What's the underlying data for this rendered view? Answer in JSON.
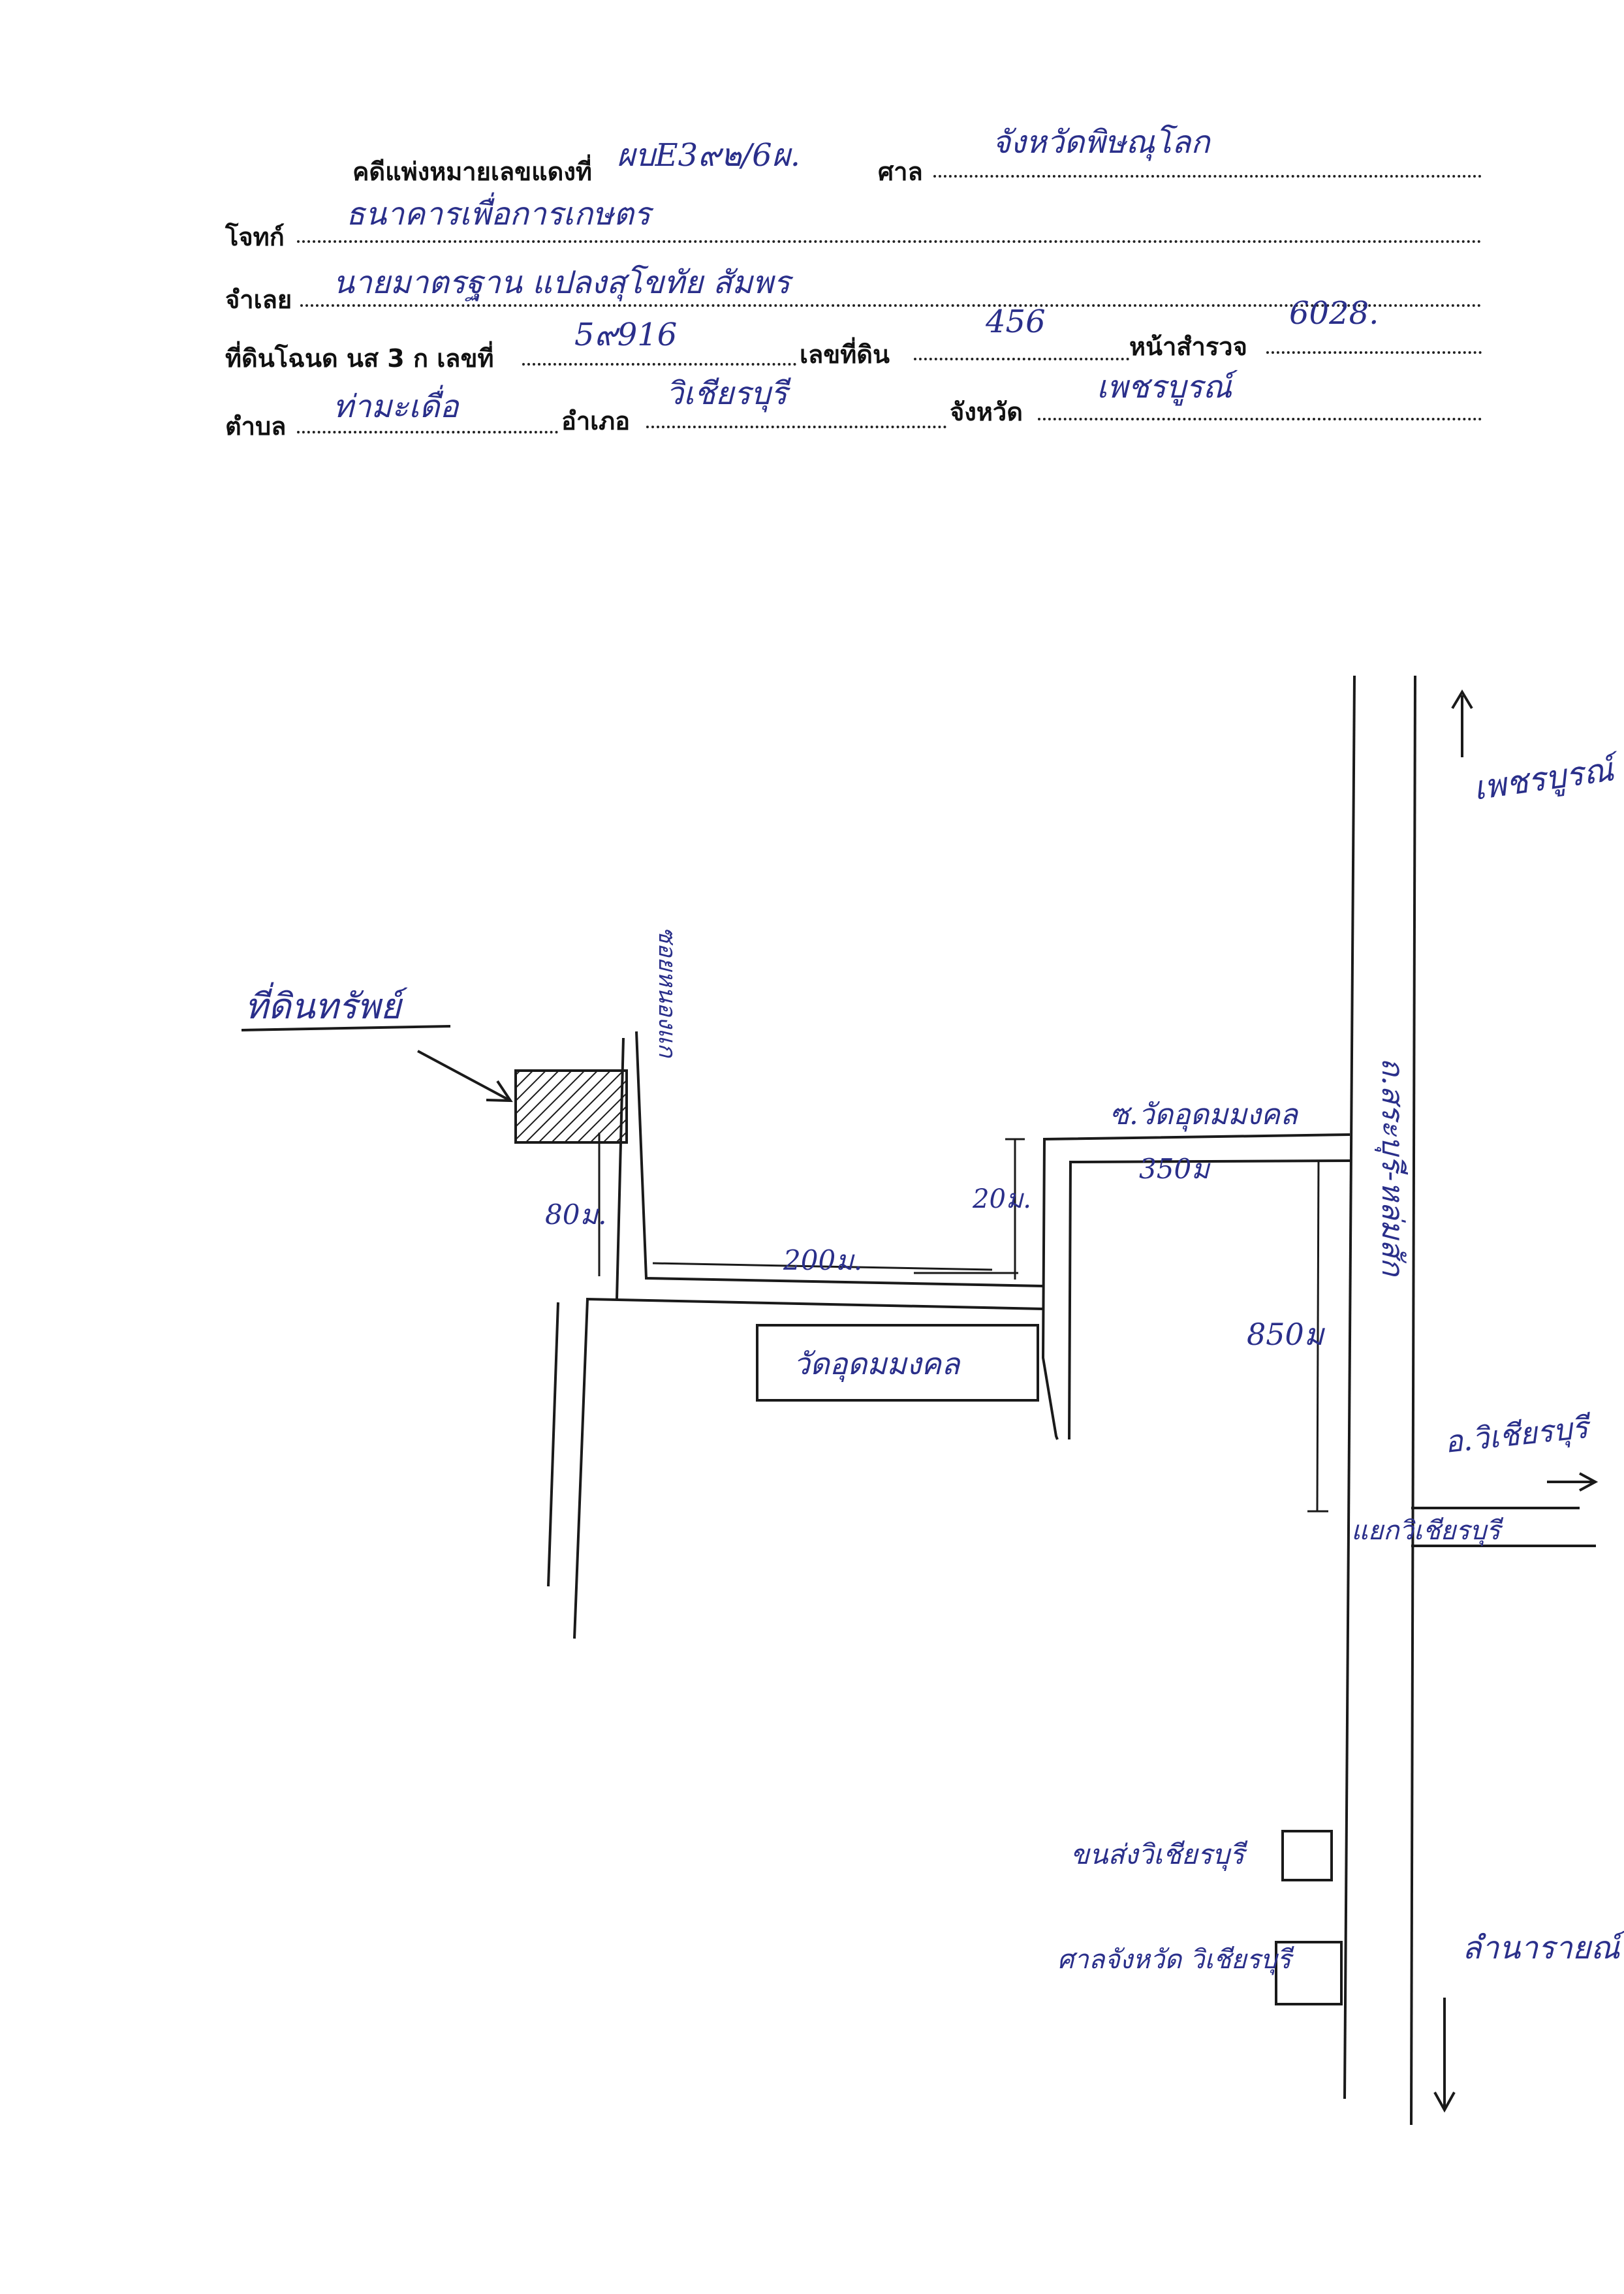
{
  "header": {
    "case_label": "คดีแพ่งหมายเลขแดงที่",
    "case_value": "ผบE3๙๒/6ผ.",
    "court_label": "ศาล",
    "court_value": "จังหวัดพิษณุโลก",
    "plaintiff_label": "โจทก์",
    "plaintiff_value": "ธนาคารเพื่อการเกษตร",
    "defendant_label": "จำเลย",
    "defendant_value": "นายมาตรฐาน  แปลงสุโขทัย  สัมพร",
    "deed_label": "ที่ดินโฉนด นส 3 ก เลขที่",
    "deed_value": "5๙916",
    "land_no_label": "เลขที่ดิน",
    "land_no_value": "456",
    "survey_label": "หน้าสำรวจ",
    "survey_value": "6028.",
    "subdistrict_label": "ตำบล",
    "subdistrict_value": "ท่ามะเดื่อ",
    "district_label": "อำเภอ",
    "district_value": "วิเชียรบุรี",
    "province_label": "จังหวัด",
    "province_value": "เพชรบูรณ์"
  },
  "map": {
    "property_label": "ที่ดินทรัพย์",
    "north_label": "เพชรบูรณ์",
    "main_road_label": "ถ.สระบุรี-หล่มสัก",
    "side_road_label": "ซ.วัดอุดมมงคล",
    "lane_label": "ซอยหนองแก",
    "temple_label": "วัดอุดมมงคล",
    "intersection_label": "แยกวิเชียรบุรี",
    "to_district_label": "อ.วิเชียรบุรี",
    "south_label": "ลำนารายณ์",
    "landmark1_label": "ขนส่งวิเชียรบุรี",
    "landmark2_label": "ศาลจังหวัด วิเชียรบุรี",
    "dist_80m": "80ม.",
    "dist_200m": "200ม.",
    "dist_20m": "20ม.",
    "dist_350m": "350ม",
    "dist_850m": "850ม"
  }
}
